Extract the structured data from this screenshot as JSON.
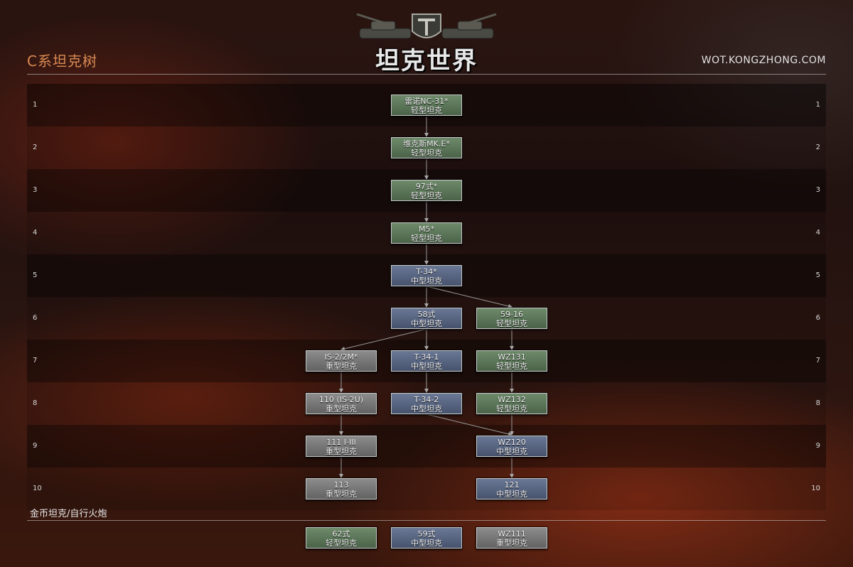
{
  "header": {
    "title": "C系坦克树",
    "site": "WOT.KONGZHONG.COM",
    "logo_text": "坦克世界"
  },
  "colors": {
    "light_tank": "#5a7558",
    "medium_tank": "#56627f",
    "heavy_tank": "#747474",
    "title_accent": "#d98a52"
  },
  "tiers": [
    "1",
    "2",
    "3",
    "4",
    "5",
    "6",
    "7",
    "8",
    "9",
    "10"
  ],
  "nodes": [
    {
      "id": "nc31",
      "name": "雷诺NC-31*",
      "type": "轻型坦克",
      "class": "light",
      "tier": 1,
      "col": 0
    },
    {
      "id": "vickers",
      "name": "维克斯MK.E*",
      "type": "轻型坦克",
      "class": "light",
      "tier": 2,
      "col": 0
    },
    {
      "id": "t97",
      "name": "97式*",
      "type": "轻型坦克",
      "class": "light",
      "tier": 3,
      "col": 0
    },
    {
      "id": "m5",
      "name": "M5*",
      "type": "轻型坦克",
      "class": "light",
      "tier": 4,
      "col": 0
    },
    {
      "id": "t34",
      "name": "T-34*",
      "type": "中型坦克",
      "class": "medium",
      "tier": 5,
      "col": 0
    },
    {
      "id": "t58",
      "name": "58式",
      "type": "中型坦克",
      "class": "medium",
      "tier": 6,
      "col": 0
    },
    {
      "id": "t5916",
      "name": "59-16",
      "type": "轻型坦克",
      "class": "light",
      "tier": 6,
      "col": 1
    },
    {
      "id": "is2",
      "name": "IS-2/2M*",
      "type": "重型坦克",
      "class": "heavy",
      "tier": 7,
      "col": -1
    },
    {
      "id": "t341",
      "name": "T-34-1",
      "type": "中型坦克",
      "class": "medium",
      "tier": 7,
      "col": 0
    },
    {
      "id": "wz131",
      "name": "WZ131",
      "type": "轻型坦克",
      "class": "light",
      "tier": 7,
      "col": 1
    },
    {
      "id": "is2u",
      "name": "110 (IS-2U)",
      "type": "重型坦克",
      "class": "heavy",
      "tier": 8,
      "col": -1
    },
    {
      "id": "t342",
      "name": "T-34-2",
      "type": "中型坦克",
      "class": "medium",
      "tier": 8,
      "col": 0
    },
    {
      "id": "wz132",
      "name": "WZ132",
      "type": "轻型坦克",
      "class": "light",
      "tier": 8,
      "col": 1
    },
    {
      "id": "t111",
      "name": "111 I-III",
      "type": "重型坦克",
      "class": "heavy",
      "tier": 9,
      "col": -1
    },
    {
      "id": "wz120",
      "name": "WZ120",
      "type": "中型坦克",
      "class": "medium",
      "tier": 9,
      "col": 1
    },
    {
      "id": "t113",
      "name": "113",
      "type": "重型坦克",
      "class": "heavy",
      "tier": 10,
      "col": -1
    },
    {
      "id": "t121",
      "name": "121",
      "type": "中型坦克",
      "class": "medium",
      "tier": 10,
      "col": 1
    }
  ],
  "edges": [
    [
      "nc31",
      "vickers"
    ],
    [
      "vickers",
      "t97"
    ],
    [
      "t97",
      "m5"
    ],
    [
      "m5",
      "t34"
    ],
    [
      "t34",
      "t58"
    ],
    [
      "t34",
      "t5916"
    ],
    [
      "t58",
      "is2"
    ],
    [
      "t58",
      "t341"
    ],
    [
      "t5916",
      "wz131"
    ],
    [
      "is2",
      "is2u"
    ],
    [
      "t341",
      "t342"
    ],
    [
      "wz131",
      "wz132"
    ],
    [
      "is2u",
      "t111"
    ],
    [
      "t342",
      "wz120"
    ],
    [
      "wz132",
      "wz120"
    ],
    [
      "t111",
      "t113"
    ],
    [
      "wz120",
      "t121"
    ]
  ],
  "premium": {
    "label": "金币坦克/自行火炮",
    "items": [
      {
        "name": "62式",
        "type": "轻型坦克",
        "class": "light"
      },
      {
        "name": "59式",
        "type": "中型坦克",
        "class": "medium"
      },
      {
        "name": "WZ111",
        "type": "重型坦克",
        "class": "heavy"
      }
    ]
  }
}
